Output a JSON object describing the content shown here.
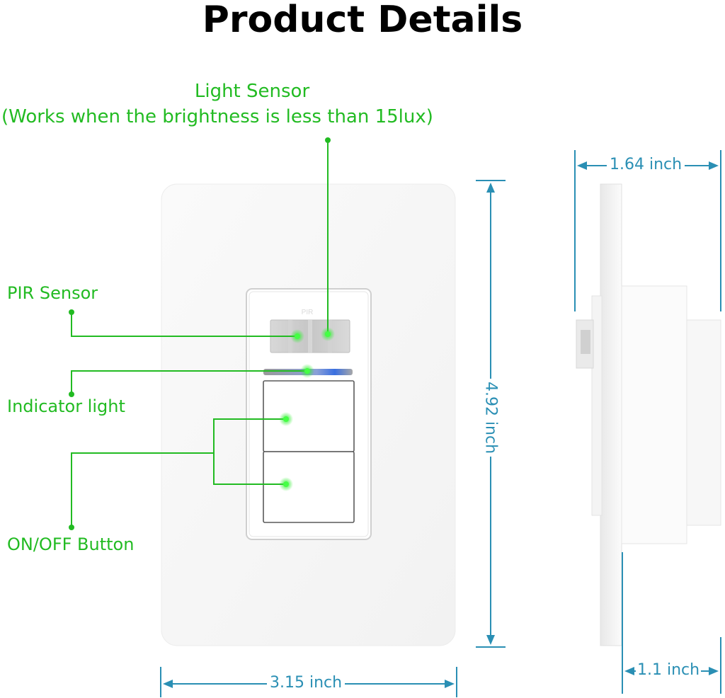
{
  "title": "Product Details",
  "callouts": {
    "light_sensor": "Light Sensor",
    "light_sensor_note": "(Works when the brightness is less than 15lux)",
    "pir_sensor": "PIR Sensor",
    "indicator_light": "Indicator light",
    "on_off_button": "ON/OFF Button",
    "pir_mark": "PIR"
  },
  "dimensions": {
    "width": "3.15 inch",
    "height": "4.92 inch",
    "depth_total": "1.64 inch",
    "depth_plate": "1.1 inch"
  },
  "colors": {
    "callout": "#22bb22",
    "dimension": "#2a8fb4",
    "indicator_blue": "#3a6fe0"
  }
}
